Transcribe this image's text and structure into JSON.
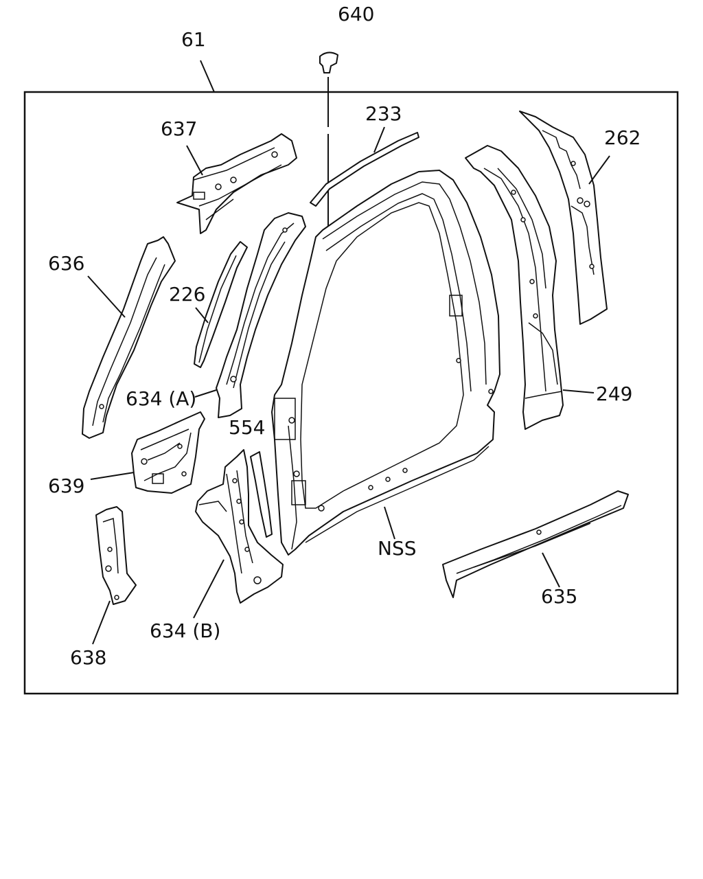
{
  "diagram": {
    "callouts": {
      "assembly": "61",
      "clip": "640",
      "roof_rail_trim": "233",
      "rear_pillar_outer": "262",
      "front_pillar_upper": "637",
      "windshield_pillar": "636",
      "pillar_seal": "226",
      "front_pillar_a": "634 (A)",
      "center_pillar": "249",
      "side_panel_nss": "NSS",
      "pillar_filler": "554",
      "hinge_reinforcement": "639",
      "front_pillar_b": "634 (B)",
      "rocker_panel": "635",
      "lower_bracket": "638"
    }
  }
}
